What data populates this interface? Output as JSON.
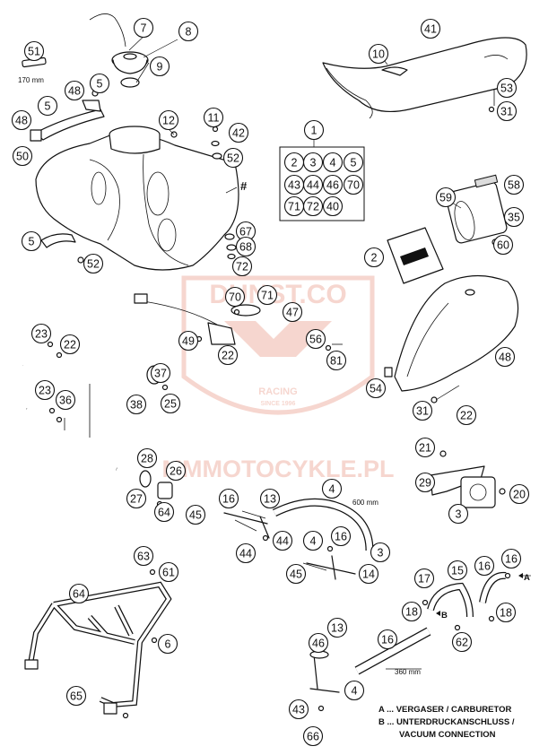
{
  "watermark": {
    "top": "DUNST.CO",
    "racing": "RACING",
    "since": "SINCE 1996",
    "site": "MMMOTOCYKLE.PL",
    "color": "#f3c9bf"
  },
  "dimensions": {
    "d170": "170 mm",
    "d600": "600 mm",
    "d360": "360 mm"
  },
  "hash_marks": [
    "#",
    "#,"
  ],
  "legend": {
    "line_a": "A ... VERGASER / CARBURETOR",
    "line_b1": "B ... UNTERDRUCKANSCHLUSS /",
    "line_b2": "VACUUM CONNECTION"
  },
  "connection_letters": [
    "A",
    "B"
  ],
  "callouts": [
    "7",
    "8",
    "9",
    "51",
    "5",
    "48",
    "5",
    "48",
    "50",
    "12",
    "11",
    "42",
    "52",
    "1",
    "2",
    "3",
    "4",
    "5",
    "43",
    "44",
    "46",
    "70",
    "71",
    "72",
    "40",
    "41",
    "10",
    "53",
    "31",
    "59",
    "58",
    "35",
    "60",
    "2",
    "5",
    "52",
    "67",
    "68",
    "72",
    "70",
    "71",
    "47",
    "49",
    "22",
    "56",
    "81",
    "48",
    "54",
    "31",
    "22",
    "23",
    "22",
    "23",
    "36",
    "37",
    "25",
    "38",
    "28",
    "26",
    "27",
    "64",
    "21",
    "29",
    "20",
    "3",
    "45",
    "16",
    "13",
    "4",
    "44",
    "44",
    "4",
    "16",
    "3",
    "45",
    "14",
    "17",
    "15",
    "16",
    "16",
    "18",
    "18",
    "62",
    "63",
    "61",
    "64",
    "6",
    "46",
    "13",
    "16",
    "4",
    "43",
    "66",
    "65"
  ]
}
